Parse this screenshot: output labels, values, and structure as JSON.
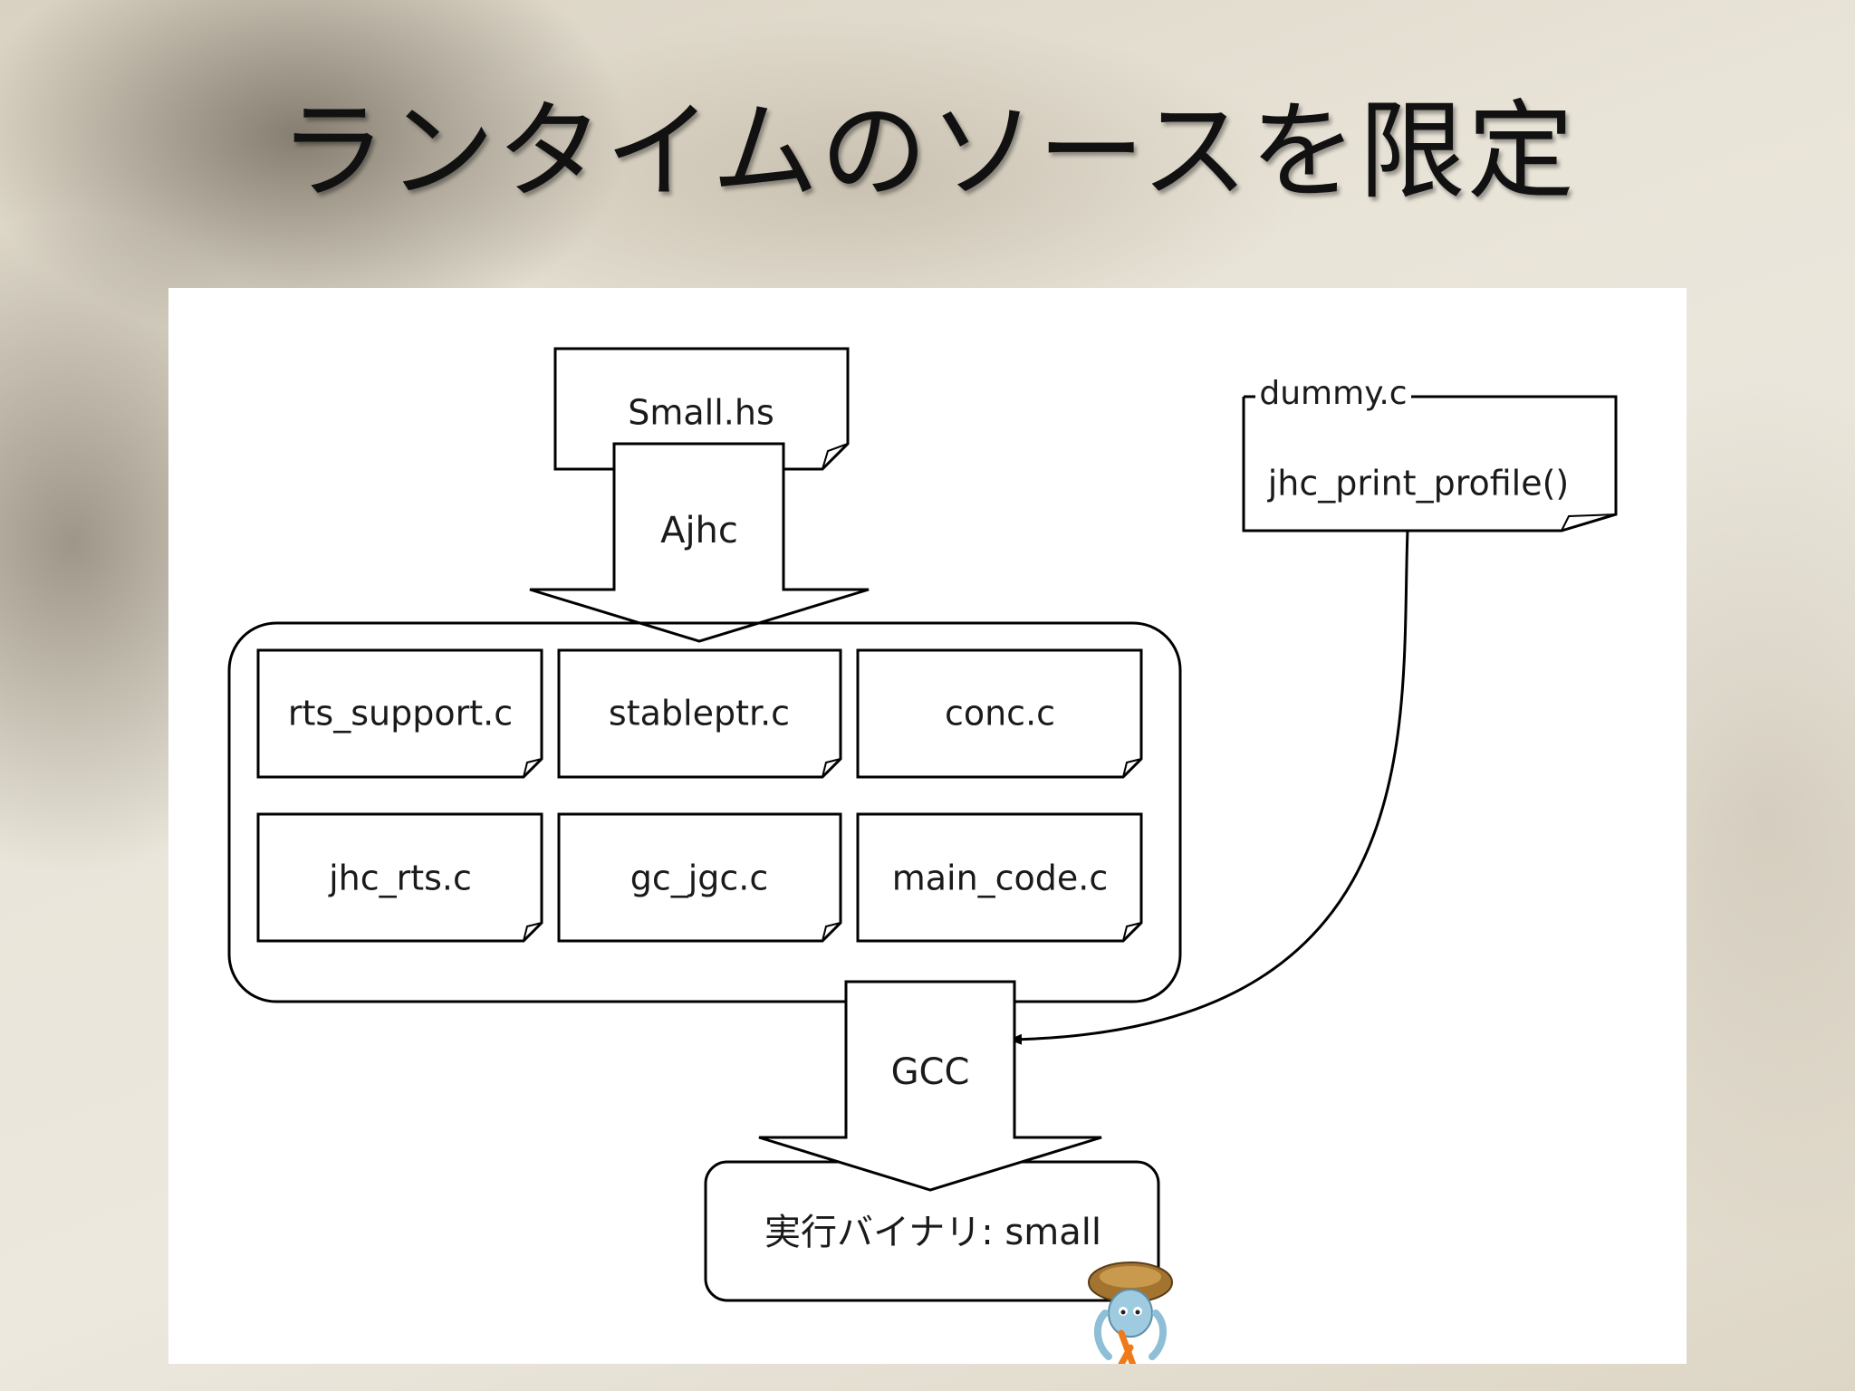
{
  "slide": {
    "title": "ランタイムのソースを限定"
  },
  "diagram": {
    "input_file": "Small.hs",
    "compiler_step": "Ajhc",
    "generated_files": [
      "rts_support.c",
      "stableptr.c",
      "conc.c",
      "jhc_rts.c",
      "gc_jgc.c",
      "main_code.c"
    ],
    "dummy_file": {
      "title": "dummy.c",
      "content": "jhc_print_profile()"
    },
    "build_step": "GCC",
    "output": "実行バイナリ: small",
    "mascot": "ajhc-mascot-icon"
  }
}
